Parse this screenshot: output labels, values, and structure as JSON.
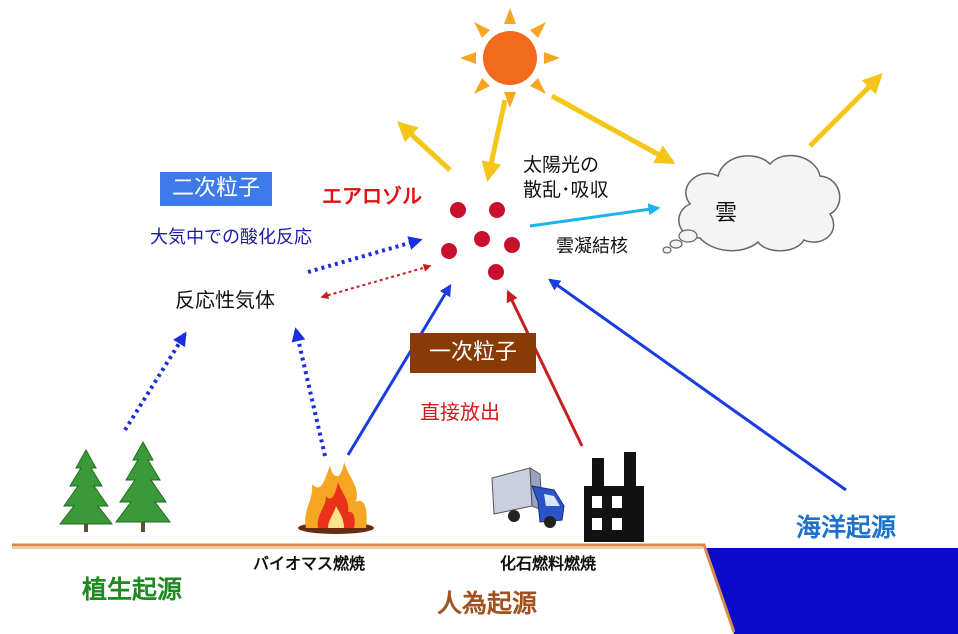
{
  "labels": {
    "aerosol": "エアロゾル",
    "secondary_particles": "二次粒子",
    "oxidation": "大気中での酸化反応",
    "reactive_gas": "反応性気体",
    "primary_particles": "一次粒子",
    "direct_emission": "直接放出",
    "scattering_line1": "太陽光の",
    "scattering_line2": "散乱･吸収",
    "cloud_condensation_nuclei": "雲凝結核",
    "cloud": "雲",
    "biomass_burning": "バイオマス燃焼",
    "fossil_fuel_burning": "化石燃料燃焼",
    "vegetation_origin": "植生起源",
    "anthropogenic_origin": "人為起源",
    "ocean_origin": "海洋起源"
  },
  "colors": {
    "sun": "#f26a1b",
    "sun_ray": "#f5a623",
    "solar_arrow": "#f5c518",
    "aerosol_particle": "#c8102e",
    "cloud_arrow": "#19b5e8",
    "primary_arrow": "#1a3ce0",
    "direct_arrow": "#c81e1e",
    "secondary_arrow": "#1a2ee0",
    "reaction_arrow": "#c81e1e",
    "ground_line": "#d98a4a",
    "ocean": "#0a0ac8",
    "tree": "#3a9a3a"
  },
  "icons": [
    "sun-icon",
    "cloud-icon",
    "tree-icon",
    "fire-icon",
    "truck-icon",
    "factory-icon"
  ]
}
